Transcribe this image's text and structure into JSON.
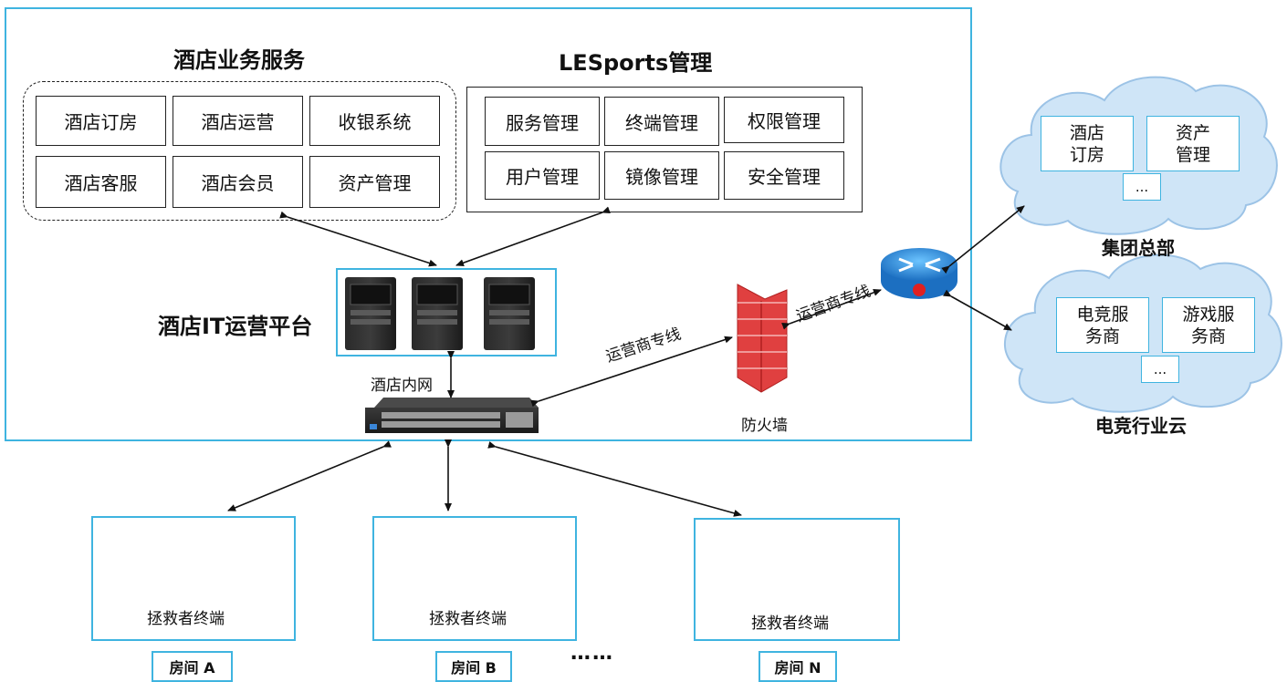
{
  "biz": {
    "title": "酒店业务服务",
    "items": [
      "酒店订房",
      "酒店运营",
      "收银系统",
      "酒店客服",
      "酒店会员",
      "资产管理"
    ]
  },
  "les": {
    "title": "LESports管理",
    "items": [
      "服务管理",
      "终端管理",
      "权限管理",
      "用户管理",
      "镜像管理",
      "安全管理"
    ]
  },
  "platform": {
    "title": "酒店IT运营平台"
  },
  "labels": {
    "intranet": "酒店内网",
    "firewall": "防火墙",
    "isp_line_1": "运营商专线",
    "isp_line_2": "运营商专线",
    "ellipsis": "……"
  },
  "group_hq": {
    "name": "集团总部",
    "boxes": [
      "酒店\n订房",
      "资产\n管理",
      "..."
    ]
  },
  "esports_cloud": {
    "name": "电竞行业云",
    "boxes": [
      "电竞服\n务商",
      "游戏服\n务商",
      "..."
    ]
  },
  "rooms": [
    {
      "terminal": "拯救者终端",
      "tag": "房间 A"
    },
    {
      "terminal": "拯救者终端",
      "tag": "房间 B"
    },
    {
      "terminal": "拯救者终端",
      "tag": "房间 N"
    }
  ],
  "colors": {
    "frame": "#3fb4e0",
    "cloud": "#cfe5f7",
    "cloud_stroke": "#9cc3e6",
    "firewall": "#e04040"
  }
}
